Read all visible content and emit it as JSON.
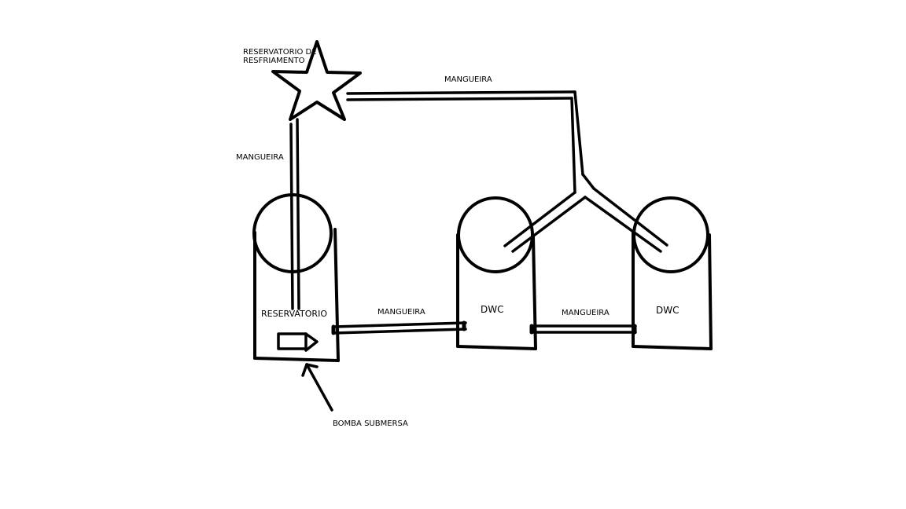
{
  "labels": {
    "cooling_reservoir_line1": "RESERVATORIO DE",
    "cooling_reservoir_line2": "RESFRIAMENTO",
    "hose_top": "MANGUEIRA",
    "hose_left": "MANGUEIRA",
    "hose_middle": "MANGUEIRA",
    "hose_right": "MANGUEIRA",
    "reservoir": "RESERVATORIO",
    "dwc_1": "DWC",
    "dwc_2": "DWC",
    "pump": "BOMBA SUBMERSA"
  },
  "colors": {
    "stroke": "#000000",
    "background": "#ffffff"
  }
}
